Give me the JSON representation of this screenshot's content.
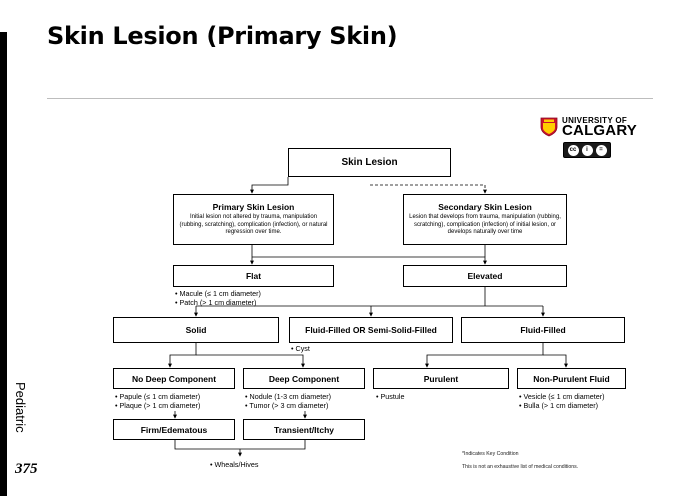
{
  "page": {
    "title": "Skin Lesion (Primary Skin)",
    "section": "Pediatric",
    "page_number": "375"
  },
  "logo": {
    "line1": "UNIVERSITY OF",
    "line2": "CALGARY",
    "license_badge": "cc-by-nd"
  },
  "diagram": {
    "root": {
      "title": "Skin Lesion"
    },
    "primary": {
      "title": "Primary Skin Lesion",
      "desc": "Initial lesion not altered by trauma, manipulation (rubbing, scratching), complication (infection), or natural regression over time."
    },
    "secondary": {
      "title": "Secondary Skin Lesion",
      "desc": "Lesion that develops from trauma, manipulation (rubbing, scratching), complication (infection) of initial lesion, or develops naturally over time"
    },
    "flat": {
      "title": "Flat",
      "items": [
        "• Macule (≤ 1 cm diameter)",
        "• Patch (> 1 cm diameter)"
      ]
    },
    "elevated": {
      "title": "Elevated"
    },
    "solid": {
      "title": "Solid"
    },
    "fluid_semi": {
      "title": "Fluid-Filled OR Semi-Solid-Filled",
      "items": [
        "• Cyst"
      ]
    },
    "fluid_filled": {
      "title": "Fluid-Filled"
    },
    "no_deep": {
      "title": "No Deep Component",
      "items": [
        "• Papule (≤ 1 cm diameter)",
        "• Plaque (> 1 cm diameter)"
      ]
    },
    "deep": {
      "title": "Deep Component",
      "items": [
        "• Nodule (1-3 cm diameter)",
        "• Tumor (> 3 cm diameter)"
      ]
    },
    "purulent": {
      "title": "Purulent",
      "items": [
        "• Pustule"
      ]
    },
    "non_purulent": {
      "title": "Non-Purulent Fluid",
      "items": [
        "• Vesicle (≤ 1 cm diameter)",
        "• Bulla (> 1 cm diameter)"
      ]
    },
    "firm": {
      "title": "Firm/Edematous"
    },
    "transient": {
      "title": "Transient/Itchy"
    },
    "wheals": {
      "items": [
        "• Wheals/Hives"
      ]
    }
  },
  "footnotes": {
    "key_condition": "*Indicates Key Condition",
    "not_exhaustive": "This is not an exhaustive list of medical conditions."
  }
}
